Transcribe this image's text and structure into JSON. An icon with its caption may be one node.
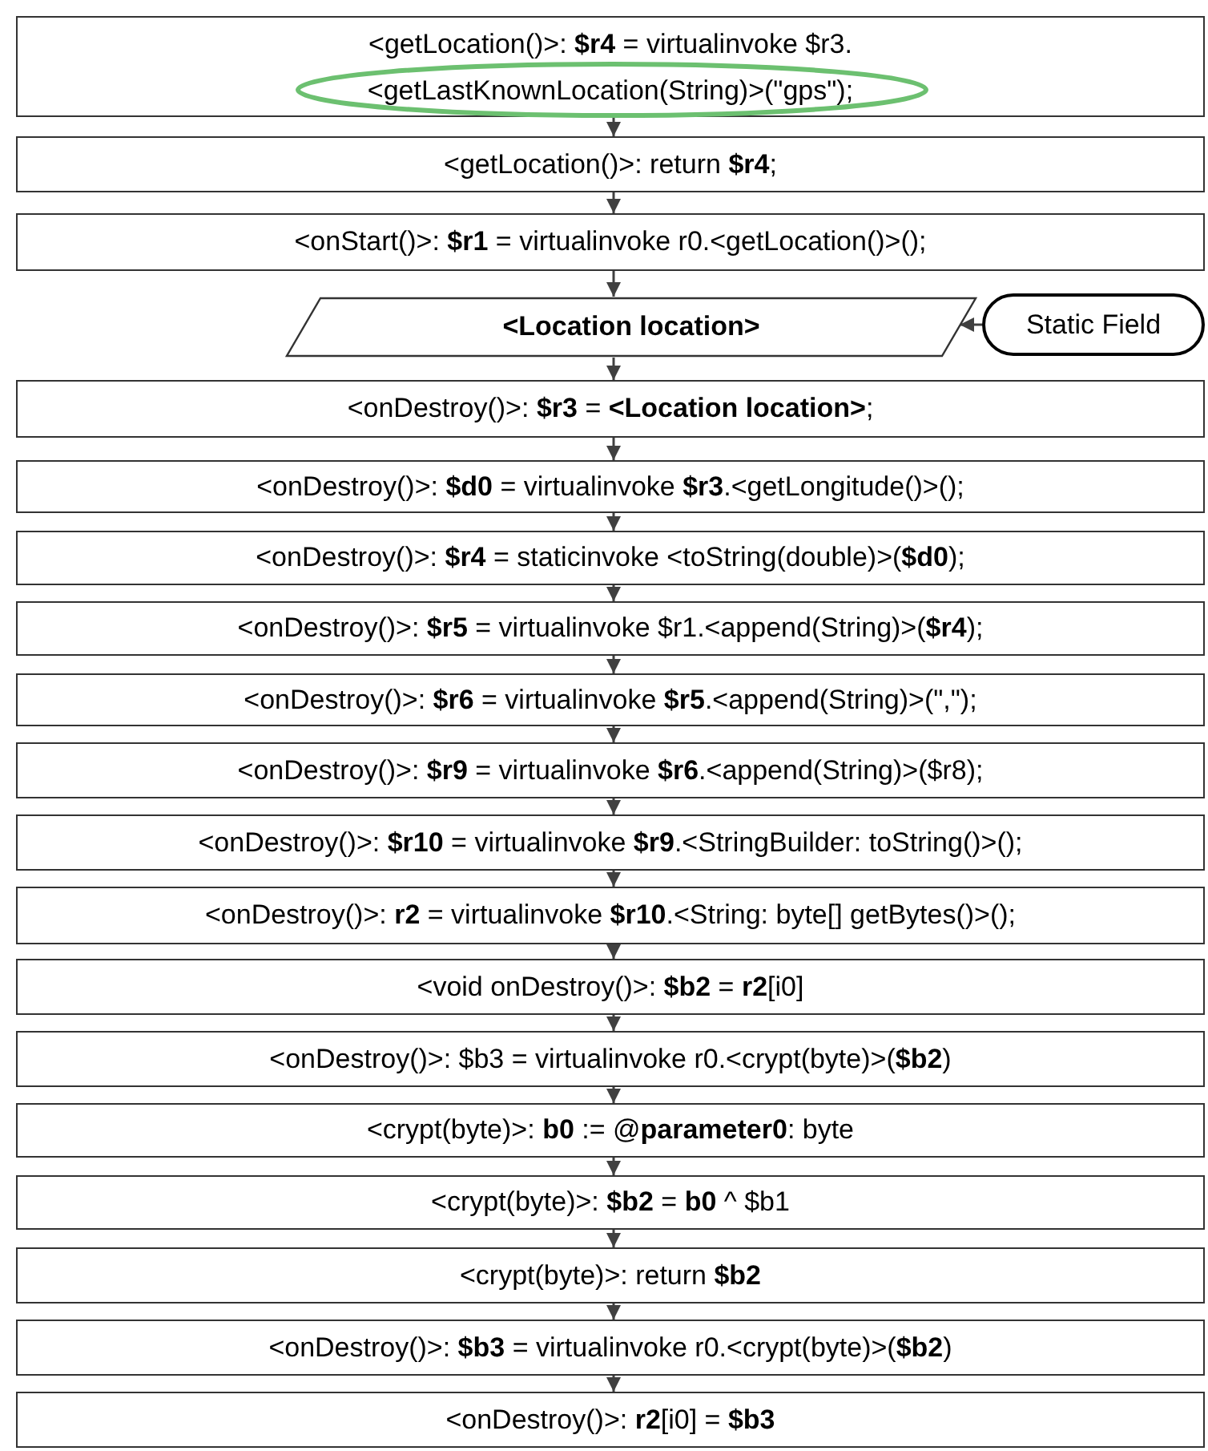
{
  "diagram": {
    "nodes": [
      {
        "text": [
          "<getLocation()>: **$r4** = virtualinvoke $r3.<getLastKnownLocation(String)>(\"gps\");"
        ]
      },
      {
        "text": [
          "<getLocation()>: return **$r4**;"
        ]
      },
      {
        "text": [
          "<onStart()>: **$r1** = virtualinvoke r0.<getLocation()>();"
        ]
      },
      {
        "text": [
          "<Location location>"
        ]
      },
      {
        "text": [
          "Static Field"
        ]
      },
      {
        "text": [
          "<onDestroy()>: **$r3** = **<Location location>**;"
        ]
      },
      {
        "text": [
          "<onDestroy()>: **$d0** = virtualinvoke **$r3**.<getLongitude()>();"
        ]
      },
      {
        "text": [
          "<onDestroy()>: **$r4** = staticinvoke <toString(double)>(**$d0**);"
        ]
      },
      {
        "text": [
          "<onDestroy()>: **$r5** = virtualinvoke $r1.<append(String)>(**$r4**);"
        ]
      },
      {
        "text": [
          "<onDestroy()>: **$r6** = virtualinvoke **$r5**.<append(String)>(\",\");"
        ]
      },
      {
        "text": [
          "<onDestroy()>: **$r9** = virtualinvoke **$r6**.<append(String)>($r8);"
        ]
      },
      {
        "text": [
          "<onDestroy()>: **$r10** = virtualinvoke **$r9**.<StringBuilder: toString()>();"
        ]
      },
      {
        "text": [
          "<onDestroy()>: **r2** = virtualinvoke **$r10**.<String: byte[] getBytes()>();"
        ]
      },
      {
        "text": [
          "<void onDestroy()>: **$b2** = **r2**[i0]"
        ]
      },
      {
        "text": [
          "<onDestroy()>: $b3 = virtualinvoke r0.<crypt(byte)>(**$b2**)"
        ]
      },
      {
        "text": [
          "<crypt(byte)>: **b0** := @**parameter0**: byte"
        ]
      },
      {
        "text": [
          "<crypt(byte)>: **$b2** = **b0** ^ $b1"
        ]
      },
      {
        "text": [
          "<crypt(byte)>: return **$b2**"
        ]
      },
      {
        "text": [
          "<onDestroy()>: **$b3** = virtualinvoke r0.<crypt(byte)>(**$b2**)"
        ]
      },
      {
        "text": [
          "<onDestroy()>: **r2**[i0] = **$b3**"
        ]
      }
    ],
    "edges": [
      {
        "from": 0,
        "to": 1,
        "arrow": "to"
      },
      {
        "from": 1,
        "to": 2,
        "arrow": "to"
      },
      {
        "from": 2,
        "to": 3,
        "arrow": "to"
      },
      {
        "from": 4,
        "to": 3,
        "arrow": "to"
      },
      {
        "from": 3,
        "to": 5,
        "arrow": "to"
      },
      {
        "from": 5,
        "to": 6,
        "arrow": "to"
      },
      {
        "from": 6,
        "to": 7,
        "arrow": "to"
      },
      {
        "from": 7,
        "to": 8,
        "arrow": "to"
      },
      {
        "from": 8,
        "to": 9,
        "arrow": "to"
      },
      {
        "from": 9,
        "to": 10,
        "arrow": "to"
      },
      {
        "from": 10,
        "to": 11,
        "arrow": "to"
      },
      {
        "from": 11,
        "to": 12,
        "arrow": "to"
      },
      {
        "from": 12,
        "to": 13,
        "arrow": "to"
      },
      {
        "from": 13,
        "to": 14,
        "arrow": "to"
      },
      {
        "from": 14,
        "to": 15,
        "arrow": "to"
      },
      {
        "from": 15,
        "to": 16,
        "arrow": "to"
      },
      {
        "from": 16,
        "to": 17,
        "arrow": "to"
      },
      {
        "from": 17,
        "to": 18,
        "arrow": "to"
      },
      {
        "from": 18,
        "to": 19,
        "arrow": "to"
      }
    ]
  }
}
